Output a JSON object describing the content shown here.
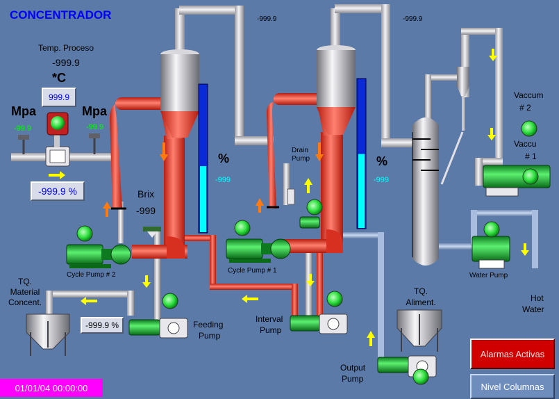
{
  "title": "CONCENTRADOR",
  "top_readouts": {
    "left": "-999.9",
    "right": "-999.9"
  },
  "temp": {
    "label": "Temp. Proceso",
    "value": "-999.9",
    "unit": "*C",
    "box": "999.9"
  },
  "pressure": {
    "left_label": "Mpa",
    "left_value": "-99.9",
    "right_label": "Mpa",
    "right_value": "-99.9"
  },
  "flow": {
    "value": "-999.9 %"
  },
  "brix": {
    "label": "Brix",
    "value": "-999"
  },
  "level_1": {
    "unit": "%",
    "value": "-999",
    "fill": 0.45
  },
  "level_2": {
    "unit": "%",
    "value": "-999",
    "fill": 0.5
  },
  "pumps": {
    "cycle_2": "Cycle Pump # 2",
    "cycle_1": "Cycle Pump # 1",
    "drain_line1": "Drain",
    "drain_line2": "Pump",
    "feeding_line1": "Feeding",
    "feeding_line2": "Pump",
    "interval_line1": "Interval",
    "interval_line2": "Pump",
    "output_line1": "Output",
    "output_line2": "Pump",
    "water": "Water Pump"
  },
  "vaccum": {
    "v2_line1": "Vaccum",
    "v2_line2": "# 2",
    "v1_line1": "Vaccu",
    "v1_line2": "# 1"
  },
  "hot_water": {
    "line1": "Hot",
    "line2": "Water"
  },
  "tank_material": {
    "line1": "TQ.",
    "line2": "Material",
    "line3": "Concent.",
    "value": "-999.9 %"
  },
  "tank_aliment": {
    "line1": "TQ.",
    "line2": "Aliment."
  },
  "buttons": {
    "alarms": "Alarmas Activas",
    "levels": "Nivel Columnas"
  },
  "datetime": "01/01/04 00:00:00",
  "colors": {
    "background": "#5b7aa8",
    "hot_pipe": "#e83a2a",
    "pipe": "#d4d4d8",
    "motor": "#20c040",
    "level": "#0a2ad8",
    "alarm": "#d00000",
    "timestamp": "#ff00ff"
  }
}
